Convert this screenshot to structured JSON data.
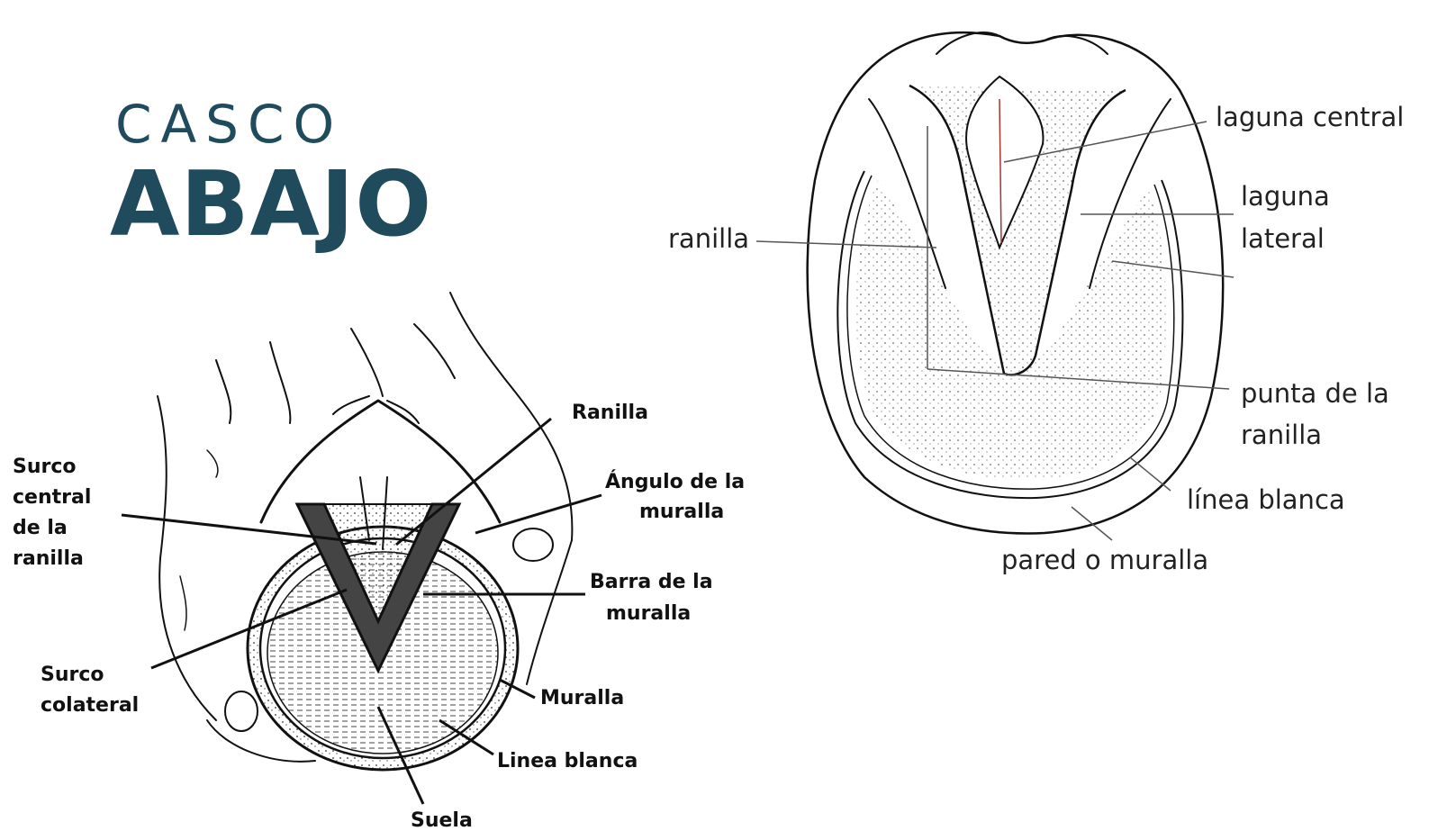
{
  "title": {
    "line1": "CASCO",
    "line2": "ABAJO"
  },
  "left_diagram": {
    "labels": {
      "ranilla": "Ranilla",
      "surco_central_1": "Surco",
      "surco_central_2": "central",
      "surco_central_3": "de la",
      "surco_central_4": "ranilla",
      "angulo_1": "Ángulo de la",
      "angulo_2": "muralla",
      "barra_1": "Barra de la",
      "barra_2": "muralla",
      "surco_colateral_1": "Surco",
      "surco_colateral_2": "colateral",
      "muralla": "Muralla",
      "linea_blanca": "Linea blanca",
      "suela": "Suela"
    }
  },
  "right_diagram": {
    "labels": {
      "laguna_central": "laguna central",
      "laguna_lateral_1": "laguna",
      "laguna_lateral_2": "lateral",
      "ranilla": "ranilla",
      "punta_1": "punta de la",
      "punta_2": "ranilla",
      "linea_blanca": "línea blanca",
      "pared": "pared o muralla"
    }
  }
}
